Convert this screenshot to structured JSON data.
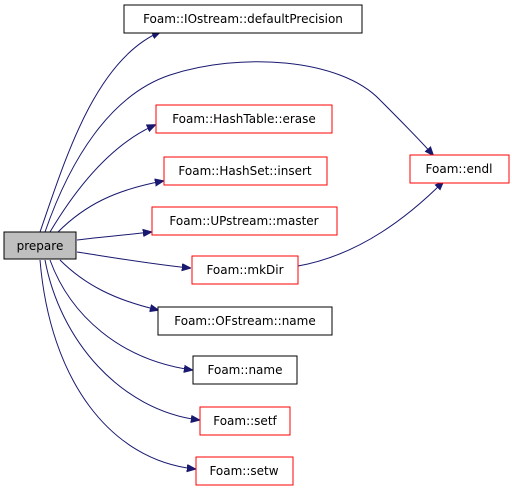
{
  "colors": {
    "background": "#ffffff",
    "edge": "#191970",
    "node_fill": "#ffffff",
    "node_stroke_default": "#000000",
    "node_stroke_undocumented": "#ff0000",
    "root_fill": "#bfbfbf"
  },
  "diagram": {
    "root": {
      "id": "prepare",
      "label": "prepare"
    },
    "nodes": [
      {
        "id": "defaultPrecision",
        "label": "Foam::IOstream::defaultPrecision",
        "border": "black"
      },
      {
        "id": "erase",
        "label": "Foam::HashTable::erase",
        "border": "red"
      },
      {
        "id": "insert",
        "label": "Foam::HashSet::insert",
        "border": "red"
      },
      {
        "id": "master",
        "label": "Foam::UPstream::master",
        "border": "red"
      },
      {
        "id": "mkDir",
        "label": "Foam::mkDir",
        "border": "red"
      },
      {
        "id": "ofname",
        "label": "Foam::OFstream::name",
        "border": "black"
      },
      {
        "id": "name",
        "label": "Foam::name",
        "border": "black"
      },
      {
        "id": "setf",
        "label": "Foam::setf",
        "border": "red"
      },
      {
        "id": "setw",
        "label": "Foam::setw",
        "border": "red"
      },
      {
        "id": "endl",
        "label": "Foam::endl",
        "border": "red"
      }
    ],
    "edges": [
      {
        "from": "prepare",
        "to": "defaultPrecision"
      },
      {
        "from": "prepare",
        "to": "endl"
      },
      {
        "from": "prepare",
        "to": "erase"
      },
      {
        "from": "prepare",
        "to": "insert"
      },
      {
        "from": "prepare",
        "to": "master"
      },
      {
        "from": "prepare",
        "to": "mkDir"
      },
      {
        "from": "prepare",
        "to": "ofname"
      },
      {
        "from": "prepare",
        "to": "name"
      },
      {
        "from": "prepare",
        "to": "setf"
      },
      {
        "from": "prepare",
        "to": "setw"
      },
      {
        "from": "mkDir",
        "to": "endl"
      }
    ]
  }
}
